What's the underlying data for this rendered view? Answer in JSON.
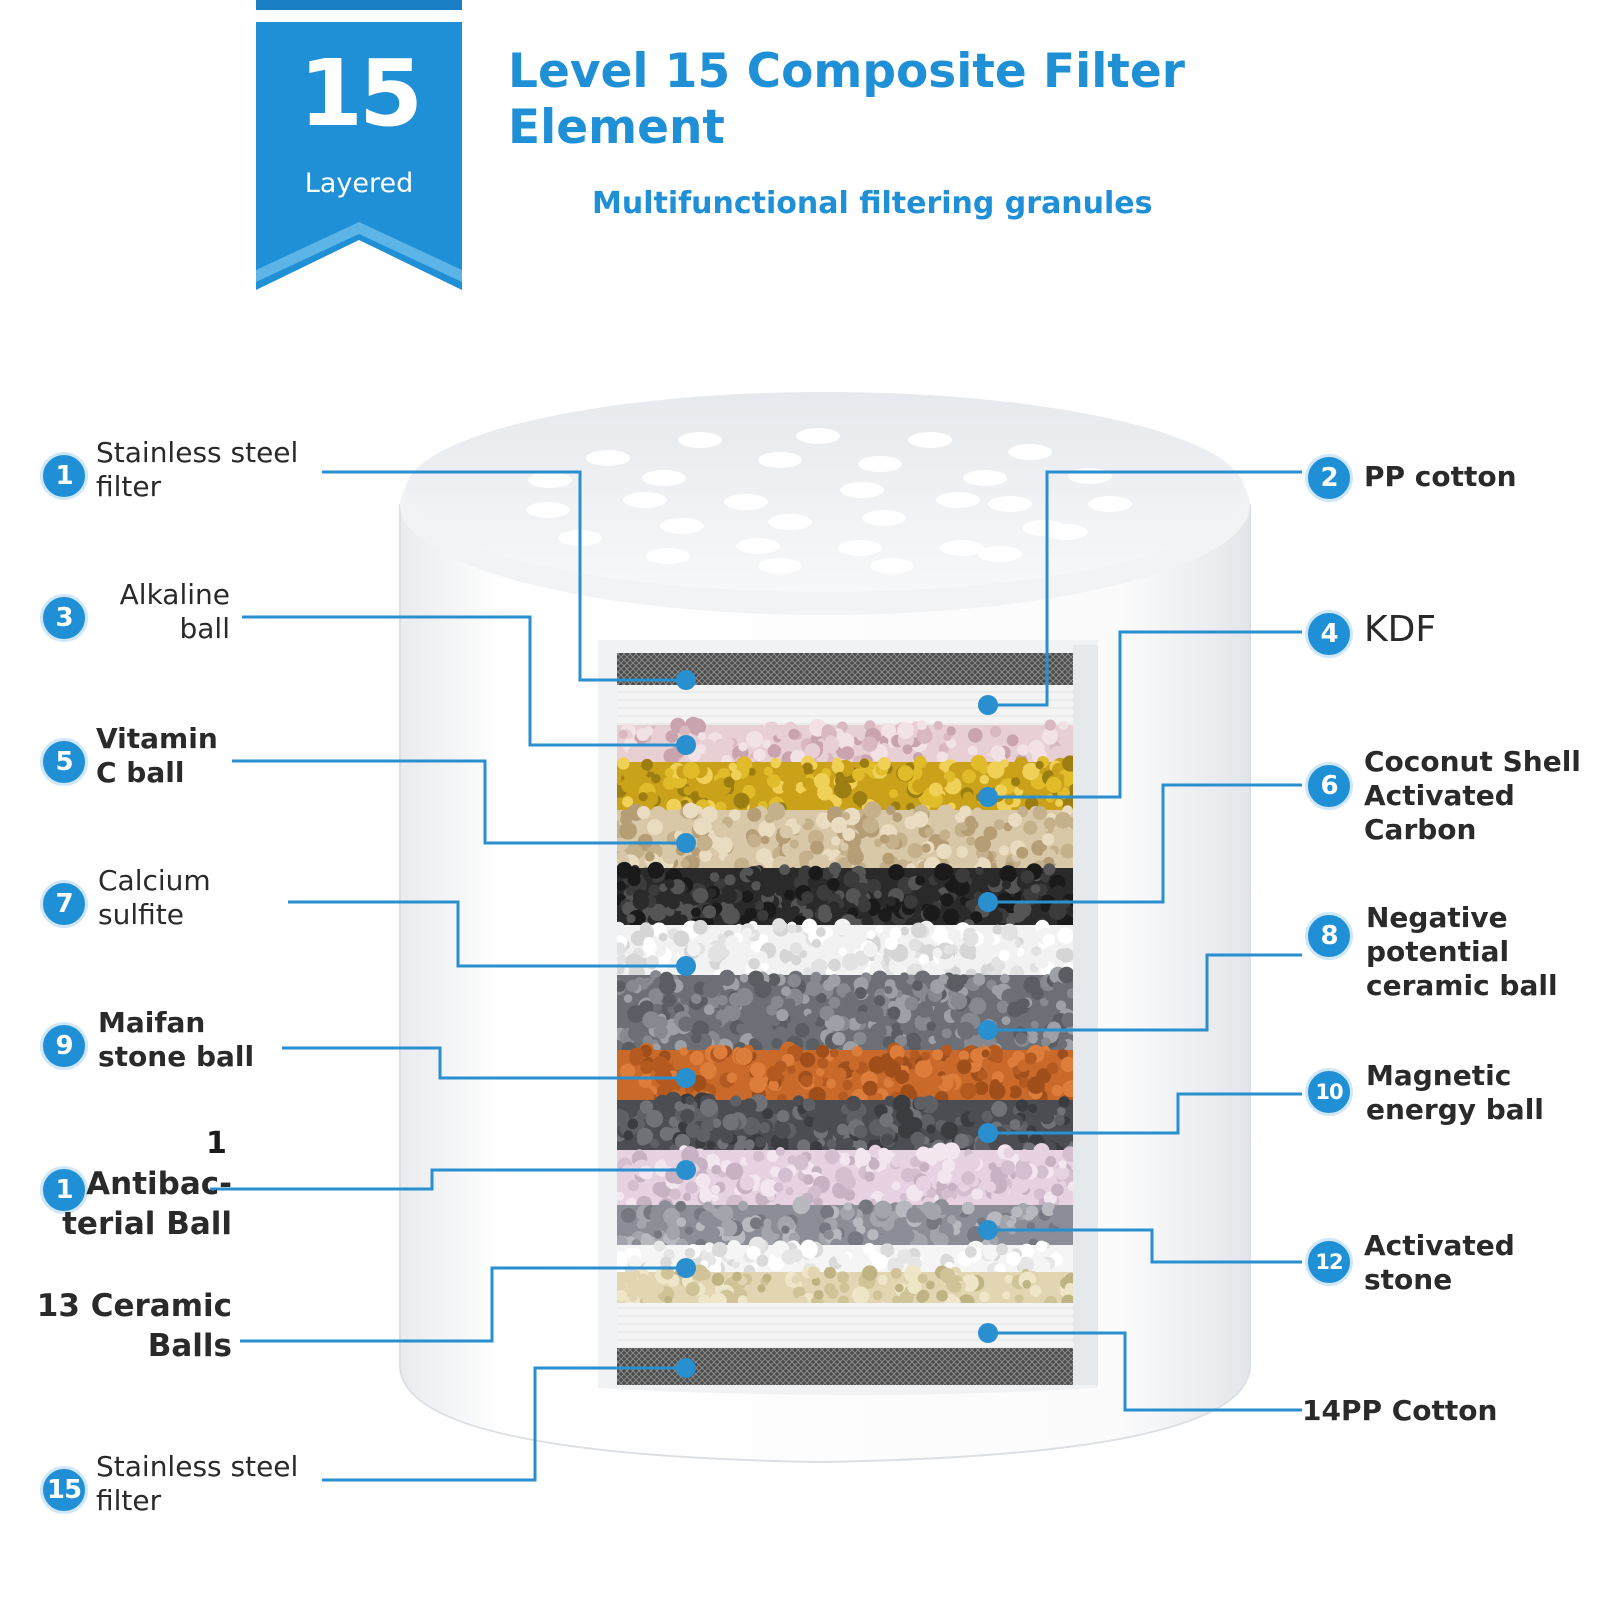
{
  "banner": {
    "number": "15",
    "subtext": "Layered"
  },
  "title": "Level 15 Composite Filter Element",
  "subtitle": "Multifunctional filtering granules",
  "colors": {
    "accent": "#1f8fd6",
    "leader": "#2a8fcf"
  },
  "layers": [
    {
      "number": "1",
      "label": "Stainless steel\nfilter"
    },
    {
      "number": "2",
      "label": "PP cotton"
    },
    {
      "number": "3",
      "label": "Alkaline\nball"
    },
    {
      "number": "4",
      "label": "KDF"
    },
    {
      "number": "5",
      "label": "Vitamin\nC ball"
    },
    {
      "number": "6",
      "label": "Coconut Shell\nActivated\nCarbon"
    },
    {
      "number": "7",
      "label": "Calcium\nsulfite"
    },
    {
      "number": "8",
      "label": "Negative\npotential\nceramic ball"
    },
    {
      "number": "9",
      "label": "Maifan\nstone ball"
    },
    {
      "number": "10",
      "label": "Magnetic\nenergy ball"
    },
    {
      "number": "1",
      "label": "Antibac-\nterial Ball",
      "number_suffix": "1"
    },
    {
      "number": "12",
      "label": "Activated\nstone"
    },
    {
      "number": "",
      "label": "13 Ceramic\nBalls"
    },
    {
      "number": "",
      "label": "14PP Cotton"
    },
    {
      "number": "15",
      "label": "Stainless steel\nfilter"
    }
  ]
}
